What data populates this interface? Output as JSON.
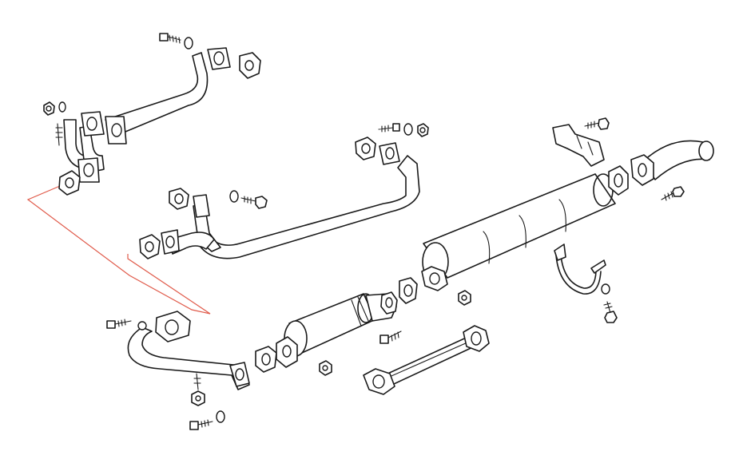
{
  "diagram": {
    "type": "exploded-parts-view",
    "colors": {
      "line": "#1a1a1a",
      "leader": "#e05a4a",
      "background": "#ffffff"
    },
    "parts": [
      {
        "id": "front-exhaust-pipe",
        "icon": "pipe-icon"
      },
      {
        "id": "cross-over-pipe",
        "icon": "pipe-icon"
      },
      {
        "id": "exhaust-manifold-flange",
        "icon": "manifold-icon"
      },
      {
        "id": "rear-down-pipe",
        "icon": "pipe-icon"
      },
      {
        "id": "catalytic-converter",
        "icon": "catalytic-converter-icon"
      },
      {
        "id": "intermediate-pipe",
        "icon": "pipe-icon"
      },
      {
        "id": "muffler",
        "icon": "muffler-icon"
      },
      {
        "id": "tailpipe",
        "icon": "tailpipe-icon"
      },
      {
        "id": "heat-shield-bracket",
        "icon": "bracket-icon"
      },
      {
        "id": "muffler-clamp",
        "icon": "clamp-icon"
      },
      {
        "id": "gaskets",
        "icon": "gasket-icon"
      },
      {
        "id": "bolts",
        "icon": "bolt-icon"
      },
      {
        "id": "nuts",
        "icon": "nut-icon"
      },
      {
        "id": "washers",
        "icon": "washer-icon"
      }
    ]
  }
}
